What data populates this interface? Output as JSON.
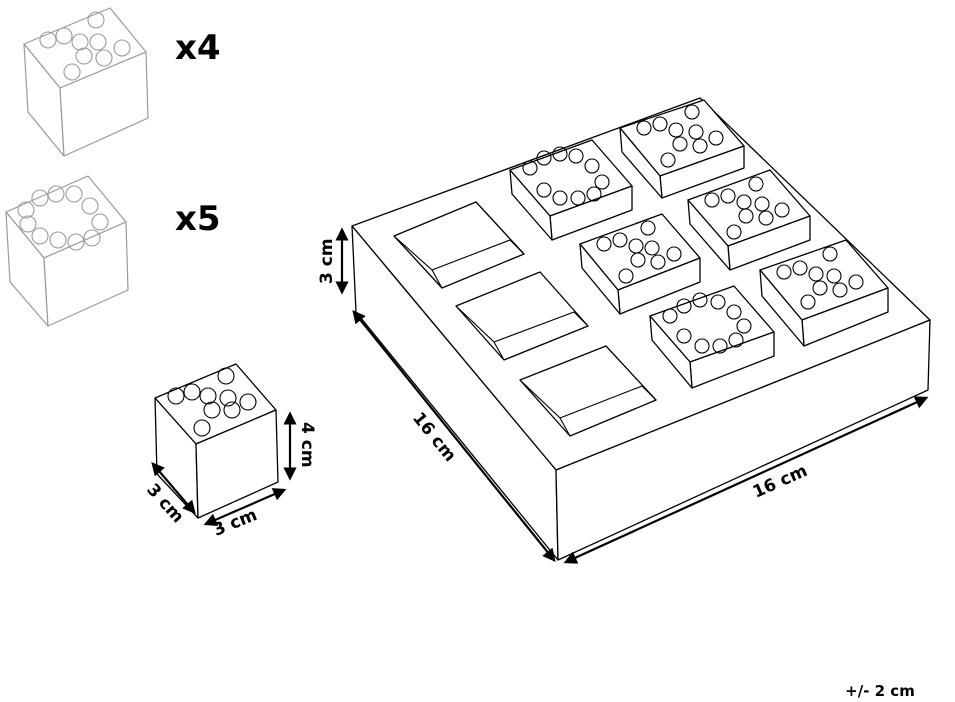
{
  "legend": {
    "x_piece_count": "x4",
    "o_piece_count": "x5"
  },
  "dimensions": {
    "piece_width": "3 cm",
    "piece_depth": "3 cm",
    "piece_height": "4 cm",
    "board_height": "3 cm",
    "board_length": "16 cm",
    "board_width": "16 cm"
  },
  "tolerance": "+/- 2 cm"
}
